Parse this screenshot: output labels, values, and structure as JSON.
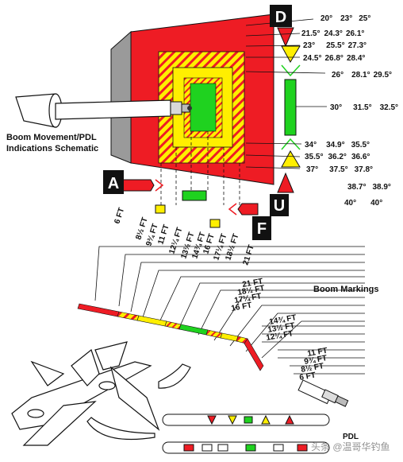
{
  "labels": {
    "schematic_line1": "Boom Movement/PDL",
    "schematic_line2": "Indications Schematic",
    "boom_markings": "Boom Markings",
    "pdl": "PDL",
    "watermark": "头条 @温哥华钓鱼"
  },
  "letters": {
    "d": "D",
    "a": "A",
    "u": "U",
    "f": "F"
  },
  "angles": [
    [
      "20°",
      "23°",
      "25°"
    ],
    [
      "21.5°",
      "24.3°",
      "26.1°"
    ],
    [
      "23°",
      "25.5°",
      "27.3°"
    ],
    [
      "24.5°",
      "26.8°",
      "28.4°"
    ],
    [
      "26°",
      "28.1°",
      "29.5°"
    ],
    [
      "30°",
      "31.5°",
      "32.5°"
    ],
    [
      "34°",
      "34.9°",
      "35.5°"
    ],
    [
      "35.5°",
      "36.2°",
      "36.6°"
    ],
    [
      "37°",
      "37.5°",
      "37.8°"
    ],
    [
      "38.7°",
      "38.9°"
    ],
    [
      "40°",
      "40°"
    ]
  ],
  "boom_ft": [
    "6 FT",
    "8½ FT",
    "9¾ FT",
    "11 FT",
    "12¼ FT",
    "13½ FT",
    "14¾ FT",
    "16 FT",
    "17¼ FT",
    "18½ FT",
    "21 FT"
  ],
  "marking_groups": [
    [
      "21 FT",
      "18½ FT",
      "17¼ FT",
      "16 FT"
    ],
    [
      "14¾ FT",
      "13½ FT",
      "12¼ FT"
    ],
    [
      "11 FT",
      "9¾ FT",
      "8½ FT",
      "6 FT"
    ]
  ],
  "colors": {
    "red": "#ee1c24",
    "yellow": "#ffef00",
    "green": "#1fd21f",
    "gray": "#9a9a9a",
    "black": "#111111"
  }
}
